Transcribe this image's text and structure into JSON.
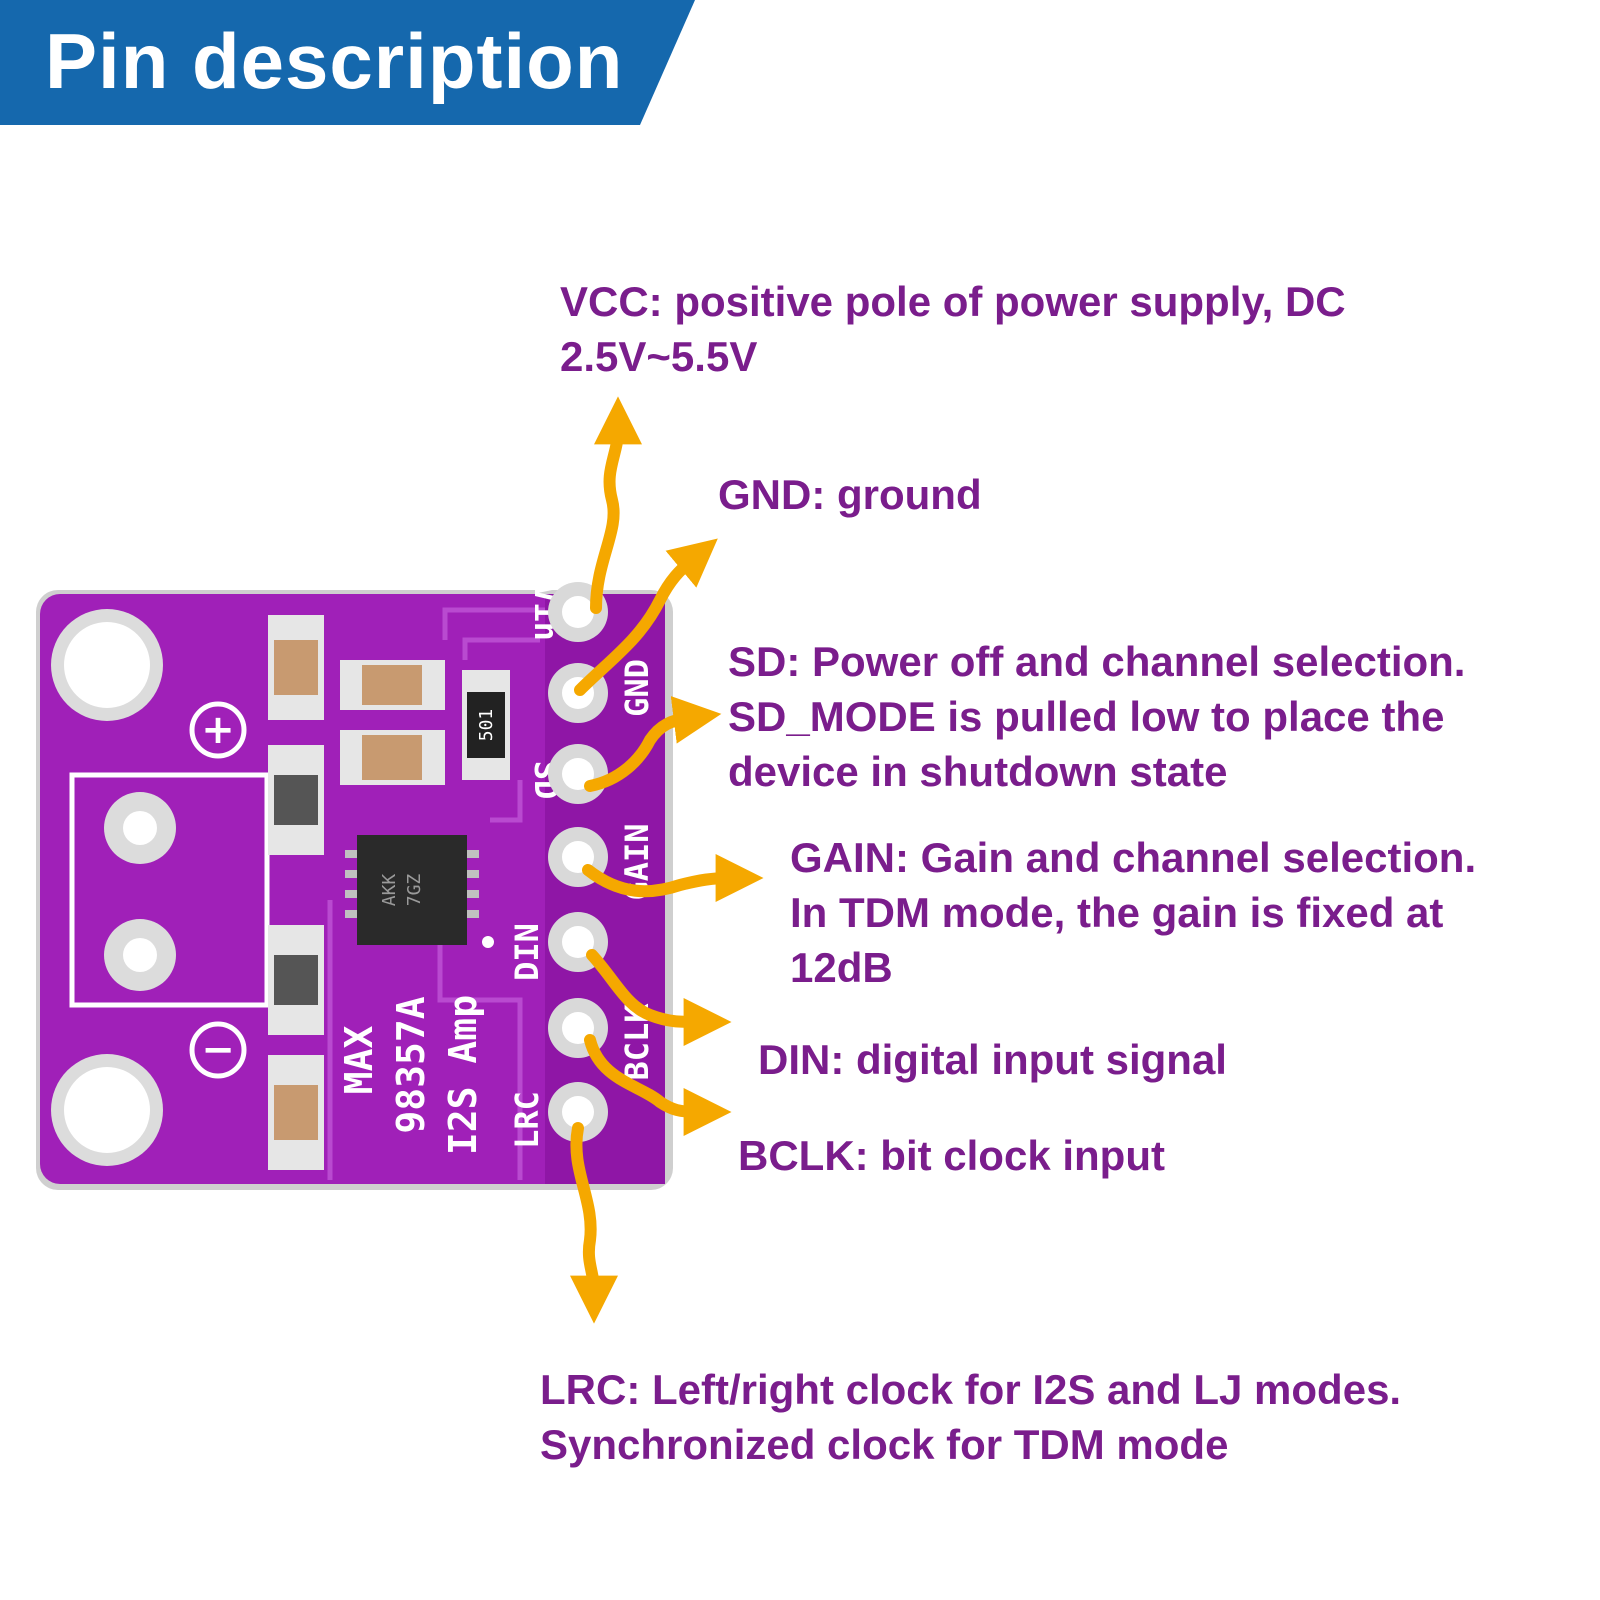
{
  "banner": {
    "title": "Pin description",
    "color": "#1568ad"
  },
  "colors": {
    "label_text": "#7a1d8c",
    "arrow": "#f5a800",
    "board": "#a020b8",
    "silkscreen": "#ffffff",
    "pad": "#d9d9d9"
  },
  "board": {
    "silkscreen": {
      "pins": [
        "Vin",
        "GND",
        "SD",
        "GAIN",
        "DIN",
        "BCLK",
        "LRC"
      ],
      "text_lines": [
        "MAX",
        "98357A",
        "I2S Amp"
      ],
      "chip_marking": [
        "AKK",
        "7GZ"
      ],
      "resistor_marking": "501",
      "plus_symbol": "+",
      "minus_symbol": "−"
    }
  },
  "labels": {
    "vcc": {
      "lines": [
        "VCC: positive pole of power supply, DC",
        "2.5V~5.5V"
      ]
    },
    "gnd": {
      "lines": [
        "GND: ground"
      ]
    },
    "sd": {
      "lines": [
        "SD: Power off and channel selection.",
        "SD_MODE is pulled low to place the",
        "device in shutdown state"
      ]
    },
    "gain": {
      "lines": [
        "GAIN: Gain and channel selection.",
        "In TDM mode, the gain is fixed at",
        "12dB"
      ]
    },
    "din": {
      "lines": [
        "DIN: digital input signal"
      ]
    },
    "bclk": {
      "lines": [
        "BCLK: bit clock input"
      ]
    },
    "lrc": {
      "lines": [
        "LRC: Left/right clock for I2S and LJ modes.",
        "Synchronized clock for TDM mode"
      ]
    }
  }
}
